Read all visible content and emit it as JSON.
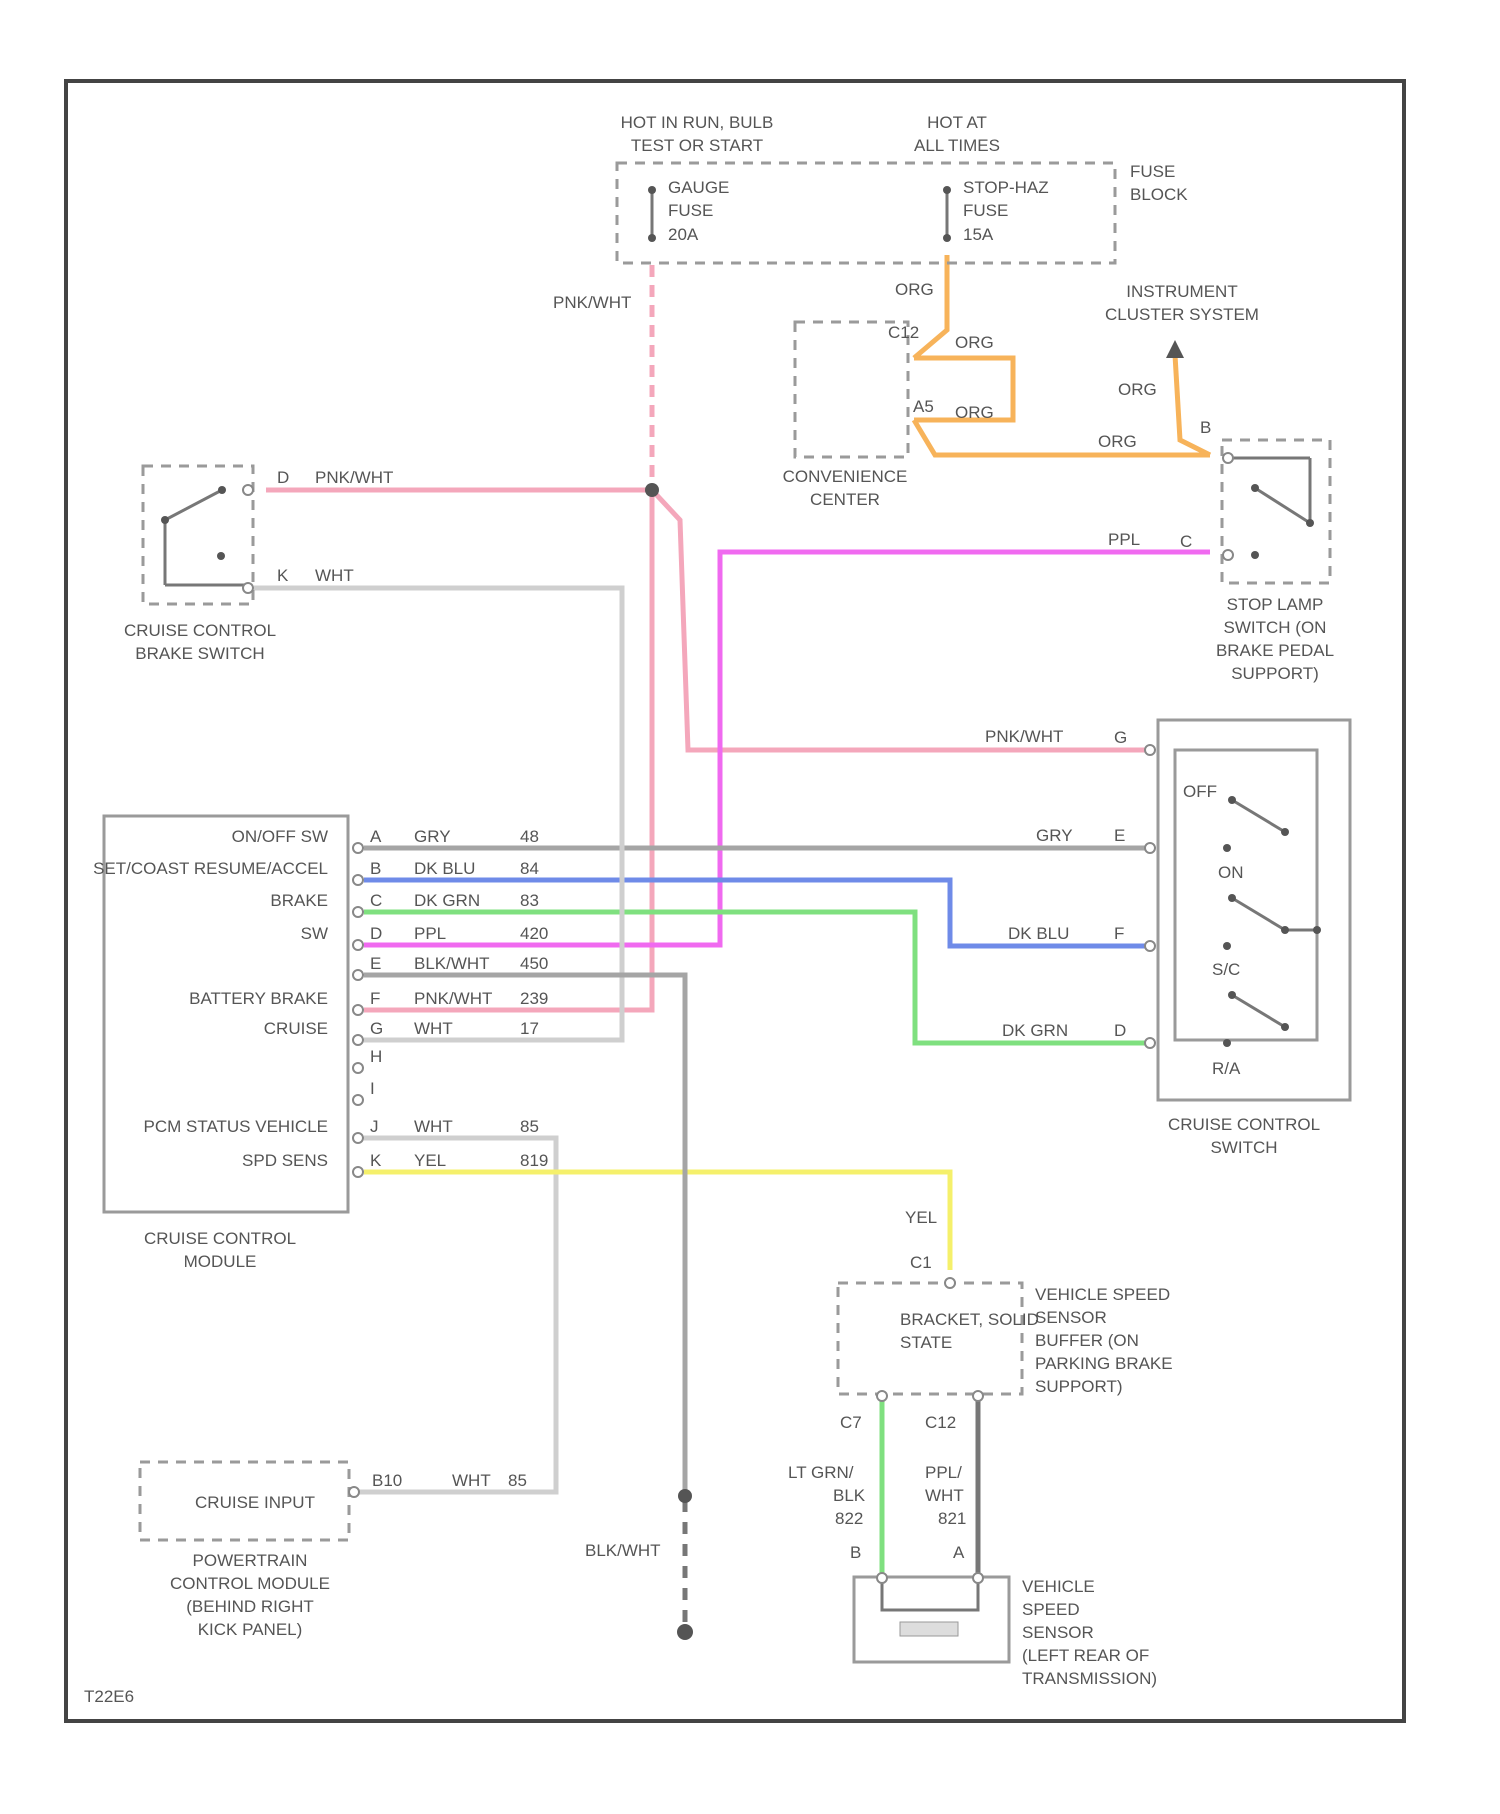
{
  "fuse_block": {
    "label": [
      "FUSE",
      "BLOCK"
    ],
    "hot_run": [
      "HOT IN RUN, BULB",
      "TEST OR START"
    ],
    "hot_all": [
      "HOT AT",
      "ALL TIMES"
    ],
    "gauge_fuse": [
      "GAUGE",
      "FUSE",
      "20A"
    ],
    "stop_fuse": [
      "STOP-HAZ",
      "FUSE",
      "15A"
    ]
  },
  "instrument_cluster": [
    "INSTRUMENT",
    "CLUSTER SYSTEM"
  ],
  "convenience_center": {
    "label": [
      "CONVENIENCE",
      "CENTER"
    ],
    "pins": [
      "C12",
      "A5"
    ]
  },
  "brake_switch": {
    "label": [
      "CRUISE CONTROL",
      "BRAKE SWITCH"
    ],
    "pins": [
      "D",
      "K"
    ]
  },
  "stop_lamp_switch": {
    "label": [
      "STOP LAMP",
      "SWITCH (ON",
      "BRAKE PEDAL",
      "SUPPORT)"
    ],
    "pins": [
      "B",
      "C"
    ]
  },
  "cruise_switch": {
    "label": [
      "CRUISE CONTROL",
      "SWITCH"
    ],
    "pins": [
      "G",
      "E",
      "F",
      "D"
    ],
    "positions": [
      "OFF",
      "ON",
      "S/C",
      "R/A"
    ]
  },
  "cruise_module": {
    "label": [
      "CRUISE CONTROL",
      "MODULE"
    ],
    "rows": [
      {
        "pin": "A",
        "label": "ON/OFF SW",
        "wire": "GRY",
        "circuit": "48"
      },
      {
        "pin": "B",
        "label": "SET/COAST RESUME/ACCEL",
        "wire": "DK BLU",
        "circuit": "84"
      },
      {
        "pin": "C",
        "label": "BRAKE",
        "wire": "DK GRN",
        "circuit": "83"
      },
      {
        "pin": "D",
        "label": "SW",
        "wire": "PPL",
        "circuit": "420"
      },
      {
        "pin": "E",
        "label": "",
        "wire": "BLK/WHT",
        "circuit": "450"
      },
      {
        "pin": "F",
        "label": "BATTERY BRAKE",
        "wire": "PNK/WHT",
        "circuit": "239"
      },
      {
        "pin": "G",
        "label": "CRUISE",
        "wire": "WHT",
        "circuit": "17"
      },
      {
        "pin": "H",
        "label": "",
        "wire": "",
        "circuit": ""
      },
      {
        "pin": "I",
        "label": "",
        "wire": "",
        "circuit": ""
      },
      {
        "pin": "J",
        "label": "PCM STATUS VEHICLE",
        "wire": "WHT",
        "circuit": "85"
      },
      {
        "pin": "K",
        "label": "SPD SENS",
        "wire": "YEL",
        "circuit": "819"
      }
    ]
  },
  "vss_buffer": {
    "label": [
      "VEHICLE SPEED",
      "SENSOR",
      "BUFFER (ON",
      "PARKING BRAKE",
      "SUPPORT)"
    ],
    "inner": [
      "BRACKET, SOLID",
      "STATE"
    ],
    "pins": [
      "C1",
      "C7",
      "C12"
    ]
  },
  "vss": {
    "label": [
      "VEHICLE",
      "SPEED",
      "SENSOR",
      "(LEFT REAR OF",
      "TRANSMISSION)"
    ],
    "pins": [
      "B",
      "A"
    ]
  },
  "pcm": {
    "inner": "CRUISE INPUT",
    "label": [
      "POWERTRAIN",
      "CONTROL MODULE",
      "(BEHIND RIGHT",
      "KICK PANEL)"
    ],
    "pin": "B10",
    "wire": "WHT",
    "circuit": "85"
  },
  "wire_labels": {
    "pnk_wht": "PNK/WHT",
    "org": "ORG",
    "wht": "WHT",
    "ppl": "PPL",
    "gry": "GRY",
    "dk_blu": "DK BLU",
    "dk_grn": "DK GRN",
    "yel": "YEL",
    "blk_wht": "BLK/WHT",
    "lt_grn_blk": [
      "LT GRN/",
      "BLK",
      "822"
    ],
    "ppl_wht": [
      "PPL/",
      "WHT",
      "821"
    ]
  },
  "figure_id": "T22E6",
  "colors": {
    "pink": "#f4a7bb",
    "orange": "#f7b35a",
    "magenta": "#f06af0",
    "blue": "#6f8be8",
    "green": "#7fe07f",
    "yellow": "#f5f06b",
    "gray": "#a5a5a5",
    "lightgray": "#cfcfcf",
    "darkgray": "#777777"
  }
}
